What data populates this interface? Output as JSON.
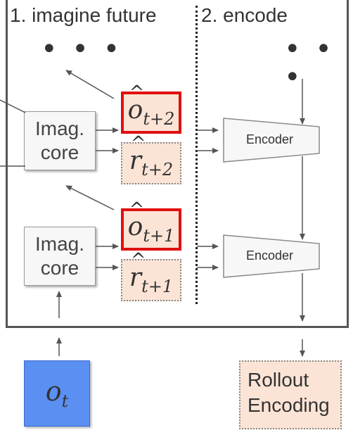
{
  "sections": {
    "imagine_title": "1. imagine future",
    "encode_title": "2. encode"
  },
  "ellipsis": "• • •",
  "cores": [
    {
      "line1": "Imag.",
      "line2": "core"
    },
    {
      "line1": "Imag.",
      "line2": "core"
    }
  ],
  "predictions": {
    "obs_symbol": "o",
    "reward_symbol": "r",
    "hat": "^",
    "steps": [
      {
        "obs_sub": "t+2",
        "rew_sub": "t+2"
      },
      {
        "obs_sub": "t+1",
        "rew_sub": "t+1"
      }
    ]
  },
  "encoder_label": "Encoder",
  "input": {
    "symbol": "o",
    "sub": "t"
  },
  "output": {
    "line1": "Rollout",
    "line2": "Encoding"
  },
  "colors": {
    "observation_border": "#e01010",
    "prediction_fill": "#fbe4d6",
    "input_fill": "#5b8ff2"
  }
}
